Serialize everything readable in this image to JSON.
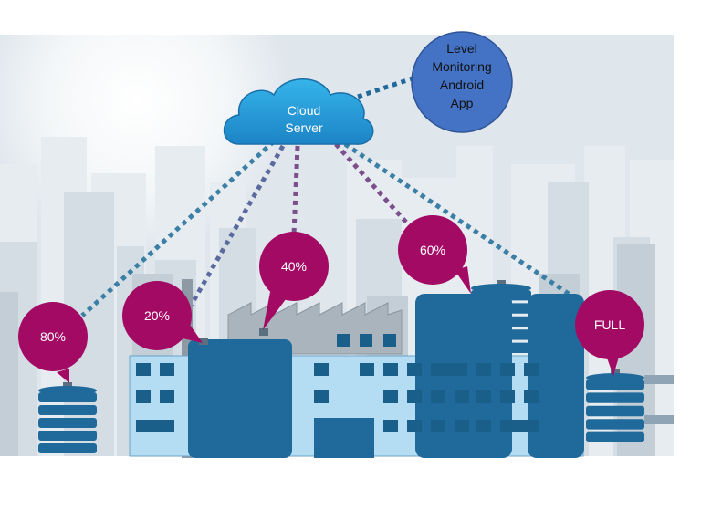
{
  "cloud": {
    "line1": "Cloud",
    "line2": "Server"
  },
  "app": {
    "line1": "Level",
    "line2": "Monitoring",
    "line3": "Android",
    "line4": "App"
  },
  "tanks": [
    {
      "id": "tank-1",
      "level": "80%"
    },
    {
      "id": "tank-2",
      "level": "20%"
    },
    {
      "id": "tank-3",
      "level": "40%"
    },
    {
      "id": "tank-4",
      "level": "60%"
    },
    {
      "id": "tank-5",
      "level": "FULL"
    }
  ],
  "colors": {
    "bubble": "#a30a64",
    "cloud": "#2a9ad8",
    "app": "#4472c4",
    "building": "#b4dcf3",
    "tank": "#1f6a9a",
    "window": "#1a5f8a",
    "skyline": "#dde4ea",
    "link_blue": "#3b7fa6",
    "link_purple": "#7c4f8c"
  }
}
